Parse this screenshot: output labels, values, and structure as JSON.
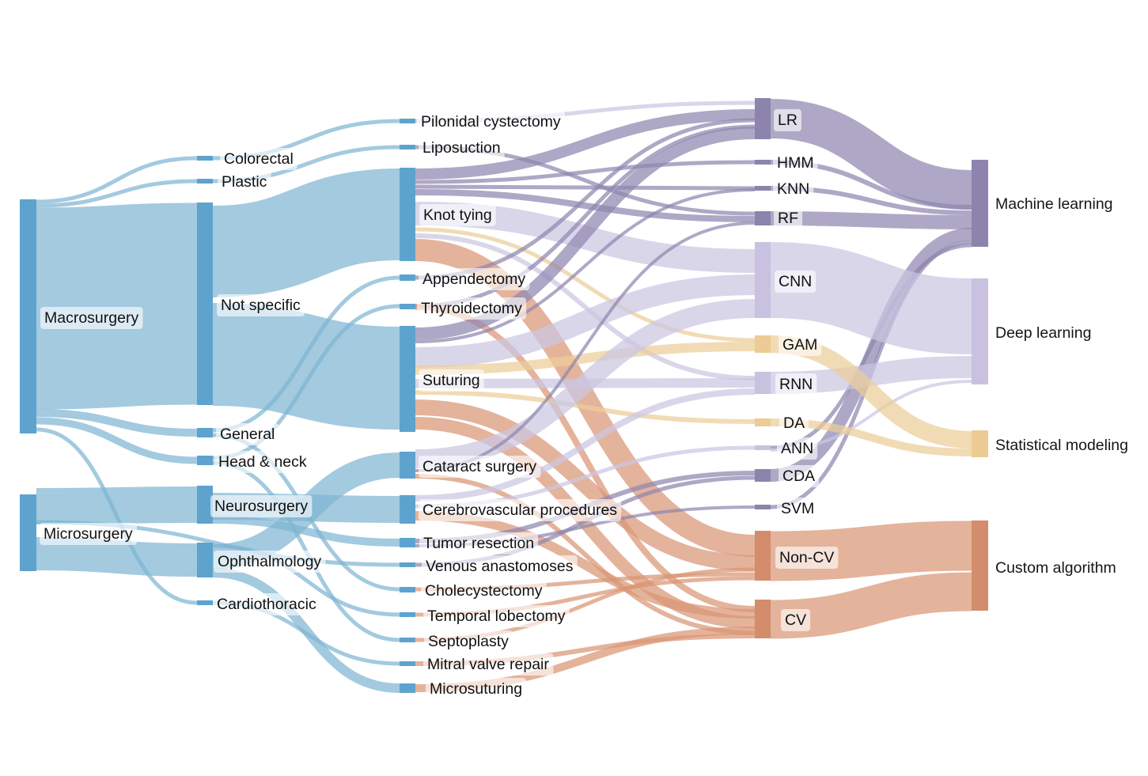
{
  "colors": {
    "blue": "#7fb5d3",
    "blue_node": "#5ea3cd",
    "purple": "#8f87b0",
    "purple_node": "#8c84ad",
    "lavender": "#cbc6e2",
    "lavender_node": "#c8c2e0",
    "tan": "#eccd98",
    "tan_node": "#eccb94",
    "salmon": "#d99675",
    "salmon_node": "#d38c6c"
  },
  "nodes": {
    "macrosurgery": "Macrosurgery",
    "microsurgery": "Microsurgery",
    "colorectal": "Colorectal",
    "plastic": "Plastic",
    "not_specific": "Not specific",
    "general": "General",
    "head_neck": "Head & neck",
    "neurosurgery": "Neurosurgery",
    "ophthalmology": "Ophthalmology",
    "cardiothoracic": "Cardiothoracic",
    "pilonidal": "Pilonidal cystectomy",
    "liposuction": "Liposuction",
    "knot_tying": "Knot tying",
    "appendectomy": "Appendectomy",
    "thyroidectomy": "Thyroidectomy",
    "suturing": "Suturing",
    "cataract": "Cataract surgery",
    "cerebrovascular": "Cerebrovascular procedures",
    "tumor": "Tumor resection",
    "venous": "Venous anastomoses",
    "cholecystectomy": "Cholecystectomy",
    "temporal": "Temporal lobectomy",
    "septoplasty": "Septoplasty",
    "mitral": "Mitral valve repair",
    "microsuturing": "Microsuturing",
    "lr": "LR",
    "hmm": "HMM",
    "knn": "KNN",
    "rf": "RF",
    "cnn": "CNN",
    "gam": "GAM",
    "rnn": "RNN",
    "da": "DA",
    "ann": "ANN",
    "cda": "CDA",
    "svm": "SVM",
    "noncv": "Non-CV",
    "cv": "CV",
    "ml": "Machine learning",
    "dl": "Deep learning",
    "sm": "Statistical modeling",
    "ca": "Custom algorithm"
  }
}
